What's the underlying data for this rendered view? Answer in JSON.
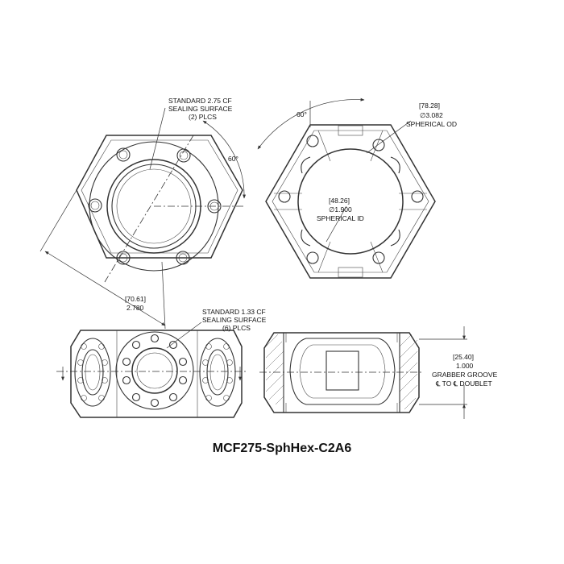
{
  "title": "MCF275-SphHex-C2A6",
  "front_view": {
    "callout_line1": "STANDARD 2.75 CF",
    "callout_line2": "SEALING SURFACE",
    "callout_line3": "(2) PLCS",
    "angle": "60°",
    "dim_metric": "[70.61]",
    "dim_imperial": "2.780"
  },
  "section_view": {
    "angle": "60°",
    "od_metric": "[78.28]",
    "od_imperial": "∅3.082",
    "od_label": "SPHERICAL OD",
    "id_metric": "[48.26]",
    "id_imperial": "∅1.900",
    "id_label": "SPHERICAL ID"
  },
  "side_view": {
    "callout_line1": "STANDARD 1.33 CF",
    "callout_line2": "SEALING SURFACE",
    "callout_line3": "(6) PLCS"
  },
  "side_section": {
    "dim_metric": "[25.40]",
    "dim_imperial": "1.000",
    "label_line1": "GRABBER GROOVE",
    "label_line2": "℄ TO ℄ DOUBLET"
  }
}
